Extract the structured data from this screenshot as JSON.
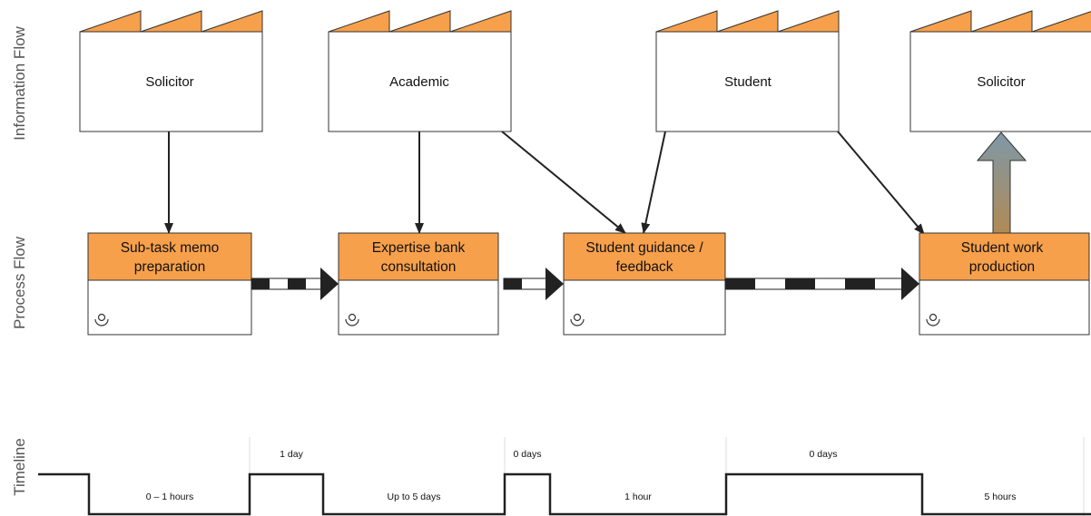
{
  "lanes": {
    "information_flow": "Information Flow",
    "process_flow": "Process Flow",
    "timeline": "Timeline"
  },
  "entities": [
    {
      "label": "Solicitor"
    },
    {
      "label": "Academic"
    },
    {
      "label": "Student"
    },
    {
      "label": "Solicitor"
    }
  ],
  "processes": [
    {
      "line1": "Sub-task memo",
      "line2": "preparation"
    },
    {
      "line1": "Expertise bank",
      "line2": "consultation"
    },
    {
      "line1": "Student guidance /",
      "line2": "feedback"
    },
    {
      "line1": "Student work",
      "line2": "production"
    }
  ],
  "timeline": {
    "process_times": [
      "0 – 1 hours",
      "Up to 5 days",
      "1 hour",
      "5 hours"
    ],
    "wait_times": [
      "1 day",
      "0 days",
      "0 days"
    ]
  },
  "colors": {
    "process_header": "#F7A04B",
    "factory_roof": "#F7A04B",
    "border": "#333333",
    "push_arrow": "#222222",
    "upward_arrow_top": "#7E98A8",
    "upward_arrow_bottom": "#B08A55"
  },
  "icons": {
    "operator": "operator-icon"
  }
}
